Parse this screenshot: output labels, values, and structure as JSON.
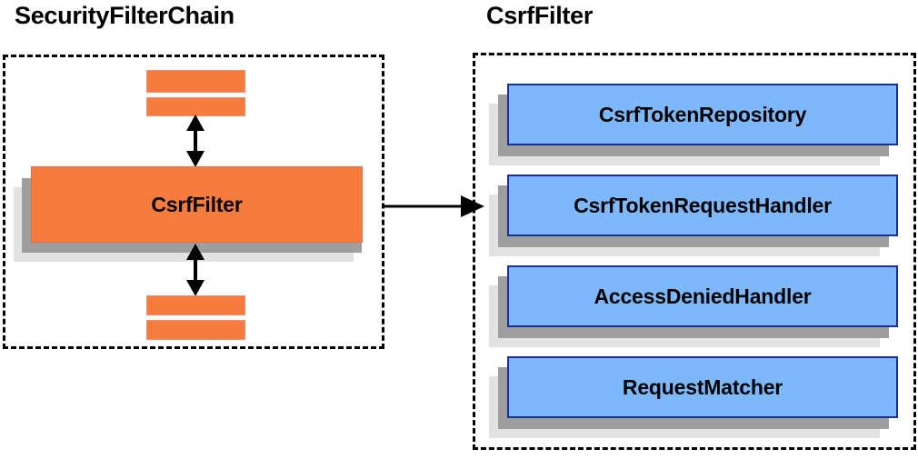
{
  "panels": {
    "left": {
      "title": "SecurityFilterChain",
      "main_filter": "CsrfFilter",
      "stub_count": 4
    },
    "right": {
      "title": "CsrfFilter",
      "collaborators": [
        {
          "label": "CsrfTokenRepository"
        },
        {
          "label": "CsrfTokenRequestHandler"
        },
        {
          "label": "AccessDeniedHandler"
        },
        {
          "label": "RequestMatcher"
        }
      ]
    }
  },
  "connectors": {
    "top_bidirectional": "double-headed-vertical-arrow",
    "bottom_bidirectional": "double-headed-vertical-arrow",
    "expand_link": "single-headed-horizontal-arrow"
  },
  "colors": {
    "orange_fill": "#f57c3c",
    "orange_border": "#e0724a",
    "blue_fill": "#7db9fa",
    "blue_border": "#1c2f96",
    "shadow_near": "#9e9e9e",
    "shadow_far": "#e2e2e2",
    "outline": "#000000",
    "background": "#ffffff"
  }
}
